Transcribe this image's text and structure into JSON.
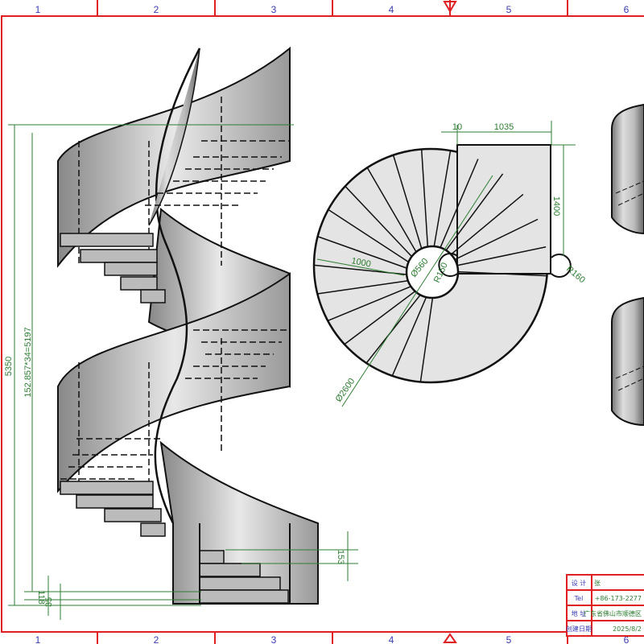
{
  "sheet": {
    "zones": [
      "1",
      "2",
      "3",
      "4",
      "5",
      "6"
    ],
    "colors": {
      "frame": "#e02020",
      "dimension": "#2e7d32",
      "outline": "#111111",
      "zone_text": "#3a3ab0"
    }
  },
  "elevation": {
    "total_height": "5350",
    "rise_formula": "152.857*34=5197",
    "bottom_dim_1": "118",
    "bottom_dim_2": "35",
    "step_rise": "153"
  },
  "plan": {
    "dim_gap": "10",
    "dim_landing_width": "1035",
    "dim_landing_depth": "1400",
    "dim_radius_handrail": "R160",
    "dim_tread_length": "1000",
    "dim_center_column": "Ø560",
    "dim_radius_inner": "R150",
    "dim_outer_diameter": "Ø2600",
    "tread_count": 20
  },
  "title_block": {
    "rows": [
      {
        "label": "设 计",
        "value": "张"
      },
      {
        "label": "Tel",
        "value": "+86-173-2277"
      },
      {
        "label": "地 址",
        "value": "广东省佛山市顺德区"
      },
      {
        "label": "创建日期",
        "value": "2025/8/2"
      }
    ]
  }
}
